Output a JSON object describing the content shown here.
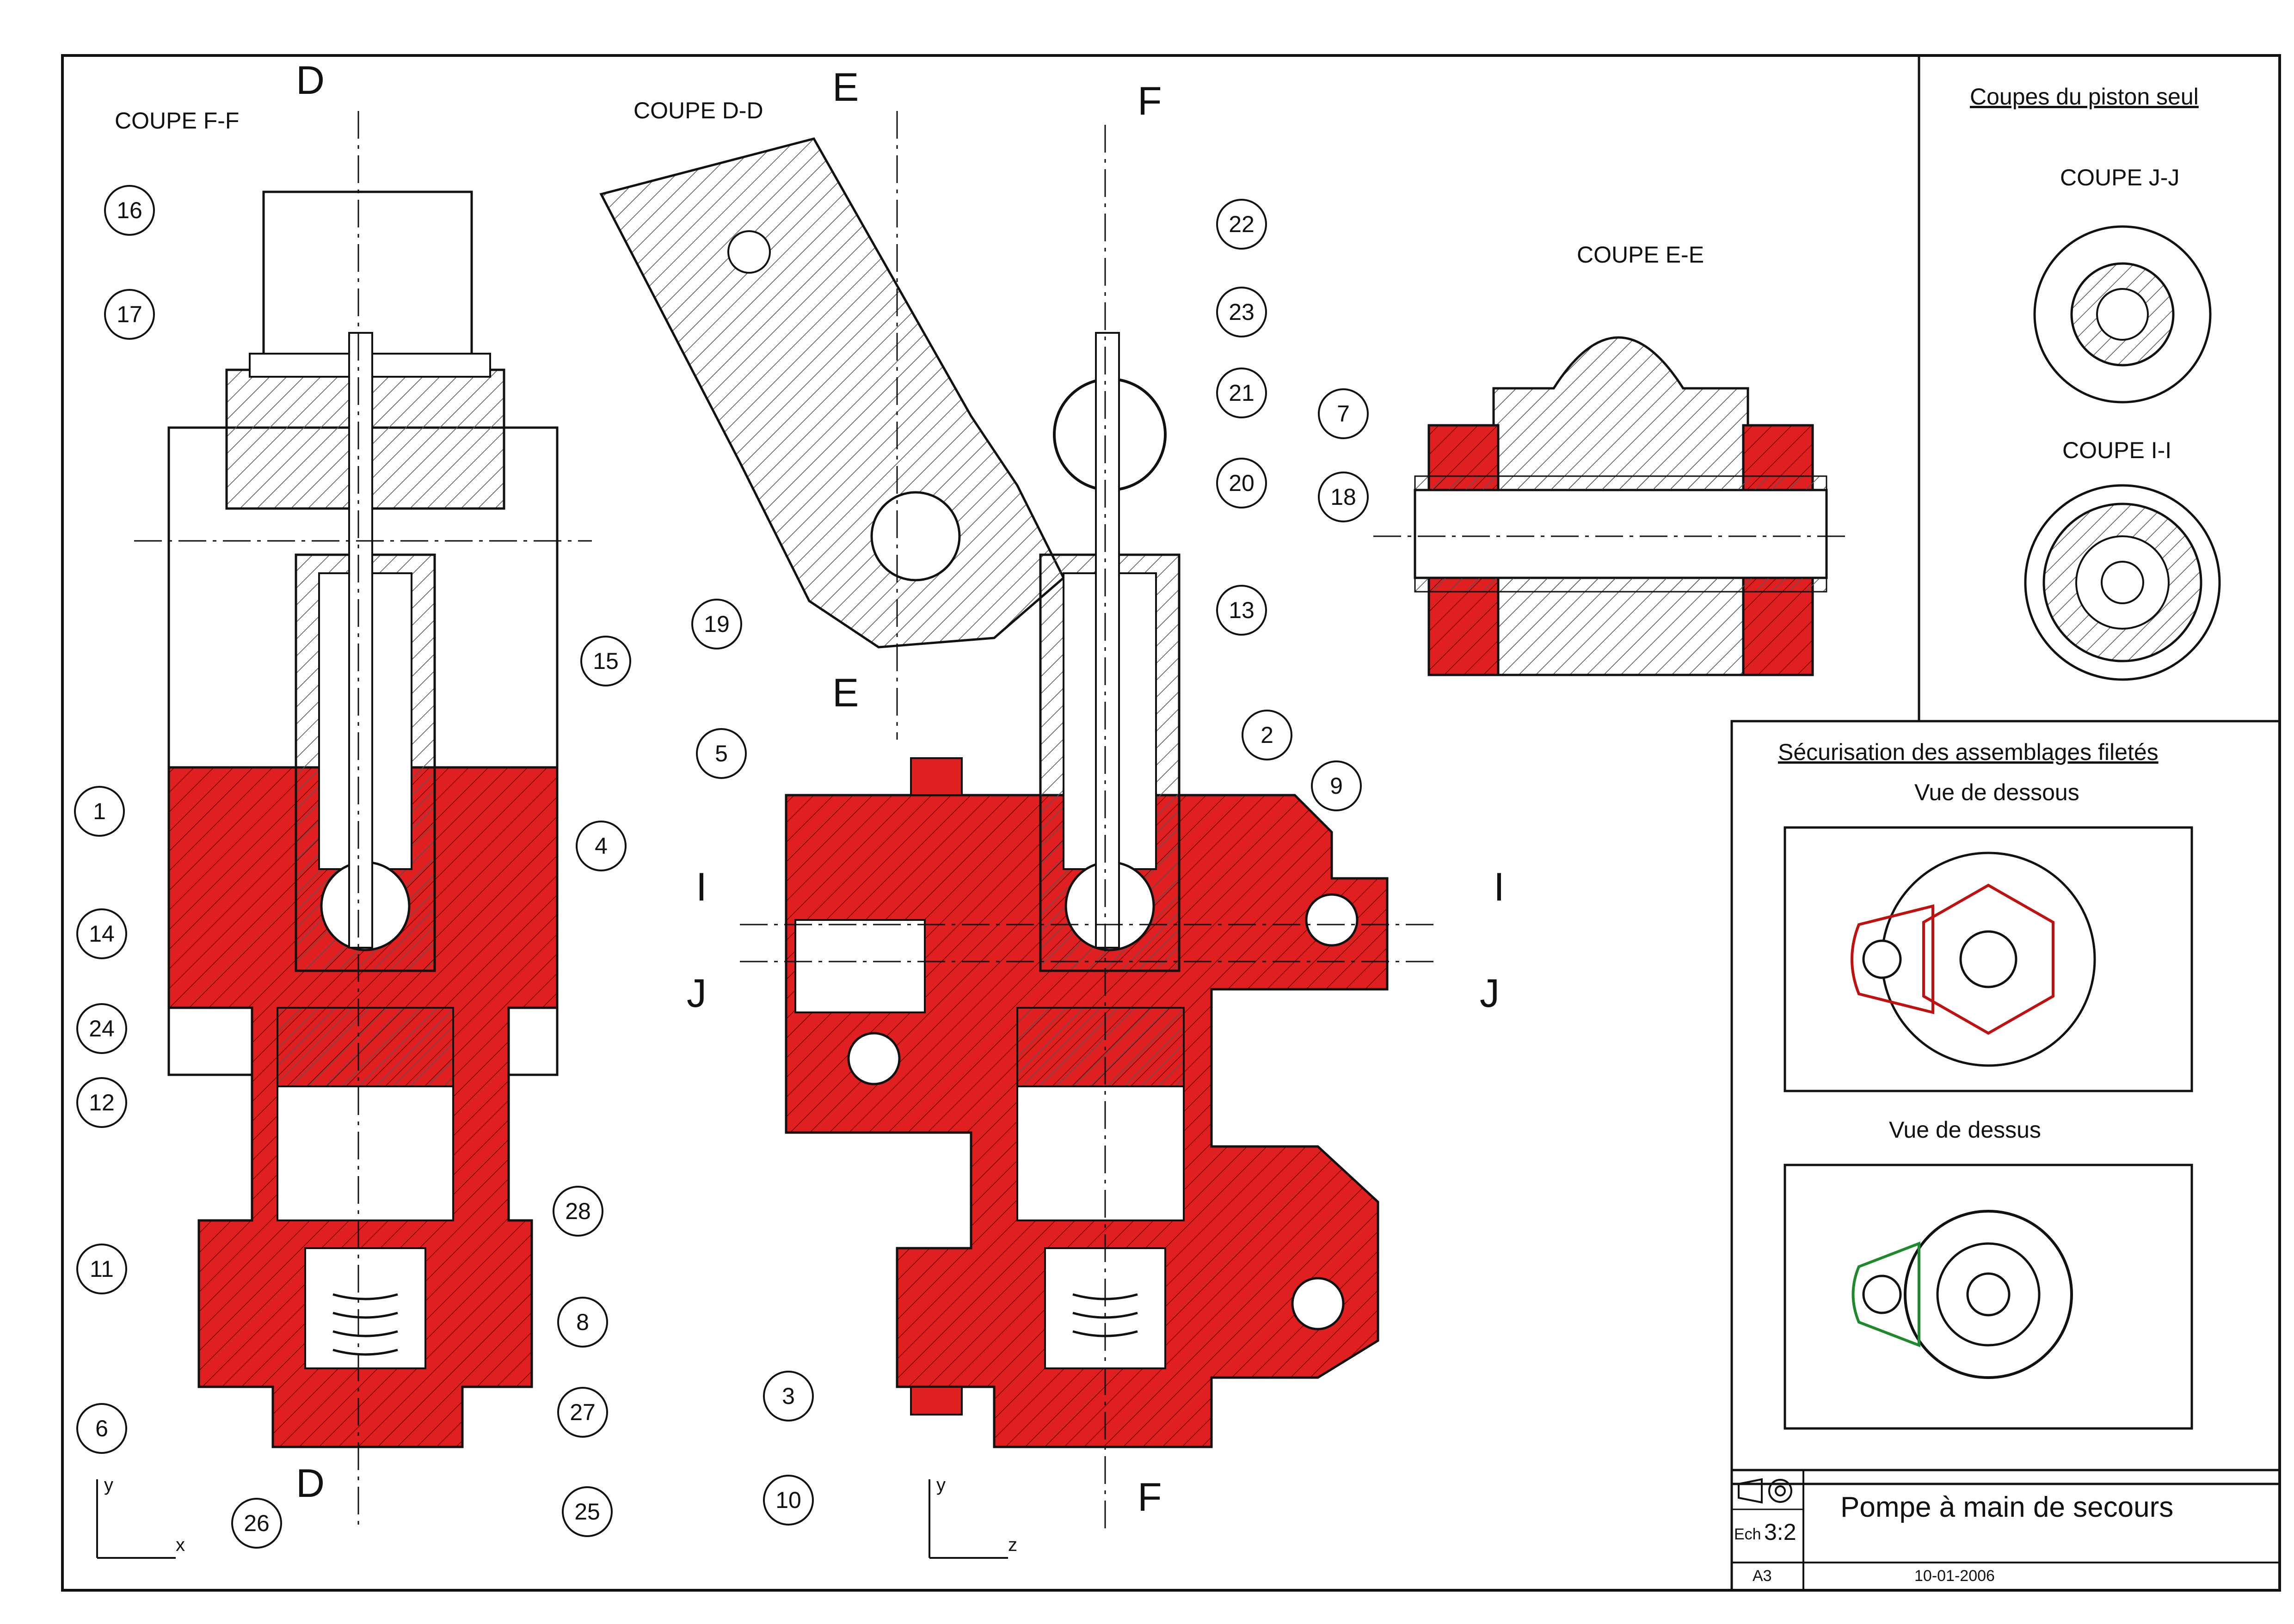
{
  "colors": {
    "section_fill": "#e02020",
    "line": "#111111",
    "hatch": "#555555",
    "paper": "#ffffff",
    "green_outline": "#1e8a2c"
  },
  "sections": {
    "coupe_ff": "COUPE F-F",
    "coupe_dd": "COUPE D-D",
    "coupe_ee": "COUPE E-E",
    "coupe_jj": "COUPE J-J",
    "coupe_ii": "COUPE I-I"
  },
  "piston_panel_title": "Coupes du piston seul",
  "threads_panel": {
    "title": "Sécurisation des assemblages filetés",
    "bottom_view": "Vue de dessous",
    "top_view": "Vue de dessus"
  },
  "section_letters": {
    "d_top": "D",
    "d_bottom": "D",
    "e_top": "E",
    "e_mid": "E",
    "f_top": "F",
    "f_bottom": "F",
    "i_left": "I",
    "i_right": "I",
    "j_left": "J",
    "j_right": "J"
  },
  "axes": {
    "y1": "y",
    "x1": "x",
    "y2": "y",
    "z2": "z"
  },
  "callouts": [
    "16",
    "17",
    "15",
    "1",
    "4",
    "14",
    "24",
    "12",
    "11",
    "28",
    "8",
    "27",
    "6",
    "25",
    "26",
    "19",
    "5",
    "3",
    "10",
    "22",
    "23",
    "21",
    "20",
    "13",
    "2",
    "9",
    "7",
    "18"
  ],
  "title_block": {
    "name": "Pompe à main de secours",
    "scale_label": "Ech",
    "scale_value": "3:2",
    "format": "A3",
    "date": "10-01-2006",
    "projection_icon": "first-angle-projection-icon"
  }
}
